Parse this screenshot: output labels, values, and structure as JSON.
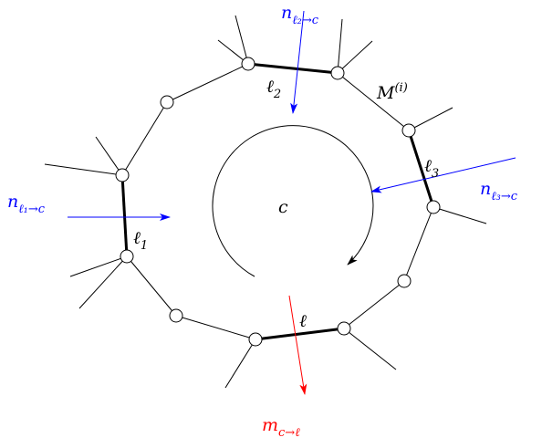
{
  "labels": {
    "cycle": "c",
    "region": "M",
    "region_sup": "(i)",
    "l1": "ℓ",
    "l1_sub": "1",
    "l2": "ℓ",
    "l2_sub": "2",
    "l3": "ℓ",
    "l3_sub": "3",
    "l": "ℓ",
    "n_l1_c": "n",
    "n_l1_c_sub": "ℓ₁→c",
    "n_l2_c": "n",
    "n_l2_c_sub": "ℓ₂→c",
    "n_l3_c": "n",
    "n_l3_c_sub": "ℓ₃→c",
    "m_c_l": "m",
    "m_c_l_sub": "c→ℓ"
  },
  "colors": {
    "incoming_message": "#0000ff",
    "outgoing_message": "#ff0000",
    "graph": "#000000"
  }
}
